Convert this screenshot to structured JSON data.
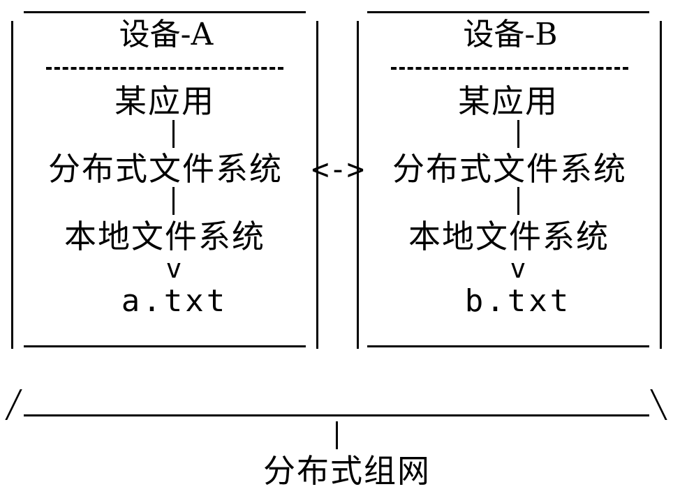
{
  "device_a": {
    "title": "设备-A",
    "app": "某应用",
    "dfs": "分布式文件系统",
    "lfs": "本地文件系统",
    "arrow": "v",
    "file": "a.txt"
  },
  "device_b": {
    "title": "设备-B",
    "app": "某应用",
    "dfs": "分布式文件系统",
    "lfs": "本地文件系统",
    "arrow": "v",
    "file": "b.txt"
  },
  "link": "<->",
  "network": "分布式组网"
}
